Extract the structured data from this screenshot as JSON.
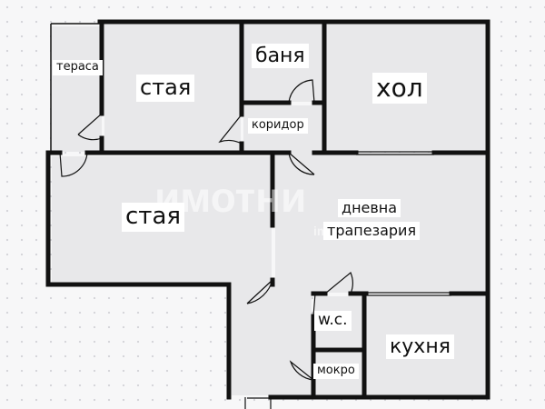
{
  "floor_plan": {
    "rooms": {
      "terrace": "тераса",
      "room_top": "стая",
      "bathroom": "баня",
      "corridor": "коридор",
      "hall": "хол",
      "room_big": "стая",
      "living": [
        "дневна",
        "трапезария"
      ],
      "wc": "w.c.",
      "kitchen": "кухня",
      "wet_area": "мокро"
    },
    "watermark": {
      "main": "имотни",
      "sub": "imoti"
    },
    "colors": {
      "wall": "#111111",
      "floor": "#e8e8ea",
      "label_bg": "#ffffff",
      "background": "#f7f7f8"
    }
  }
}
